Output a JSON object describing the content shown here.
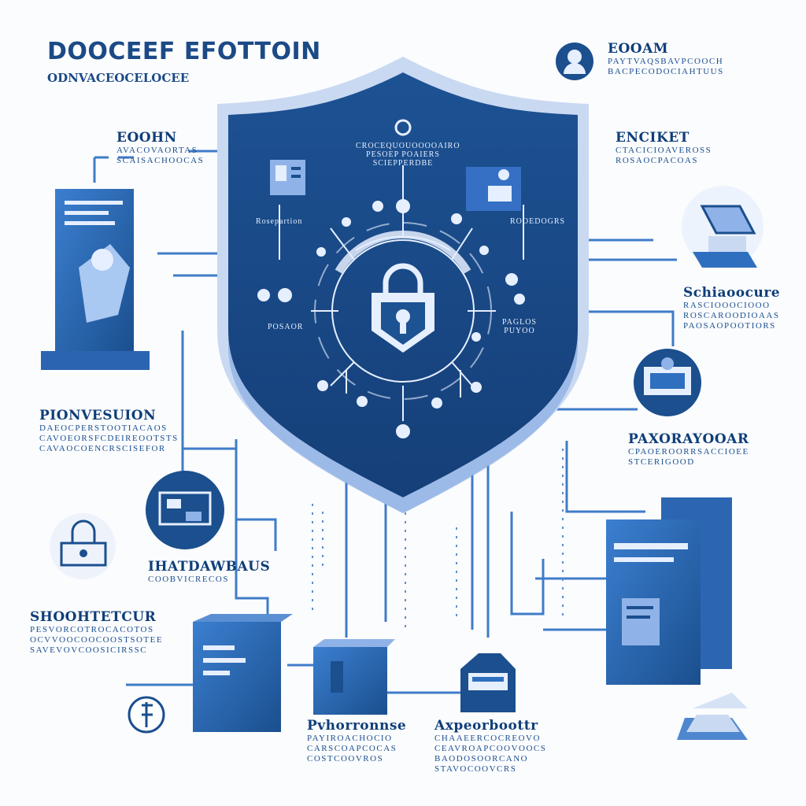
{
  "header": {
    "title": "DOOCEEF EFOTTOIN",
    "subtitle": "ODNVACEOCELOCEE"
  },
  "labels": {
    "top_right": {
      "title": "EOOAM",
      "lines": [
        "PAYTVAQSBAVPCOOCH",
        "BACPECODOCIAHTUUS"
      ]
    },
    "left_top": {
      "title": "EOOHN",
      "lines": [
        "AVACOVAORTAS",
        "SCAISACHOOCAS"
      ]
    },
    "right_top": {
      "title": "ENCIKET",
      "lines": [
        "CTACICIOAVEROSS",
        "ROSAOCPACOAS"
      ]
    },
    "right_middle": {
      "title": "Schiaoocure",
      "lines": [
        "RASCIOOOCIOOO",
        "ROSCAROODIOAAS",
        "PAOSAOPOOTIORS"
      ]
    },
    "left_middle": {
      "title": "PIONVESUION",
      "lines": [
        "DAEOCPERSTOOTIACAOS",
        "CAVOEORSFCDEIREOOTSTS",
        "CAVAOCOENCRSCISEFOR"
      ]
    },
    "right_lower": {
      "title": "PAXORAYOOAR",
      "lines": [
        "CPAOEROORRSACCIOEE",
        "STCERIGOOD"
      ]
    },
    "left_lower": {
      "title": "IHATDAWBAUS",
      "lines": [
        "COOBVICRECOS"
      ]
    },
    "left_bottom": {
      "title": "SHOOHTETCUR",
      "lines": [
        "PESVORCOTROCACOTOS",
        "OCVVOOCOOCOOSTSOTEE",
        "SAVEVOVCOOSICIRSSC"
      ]
    },
    "bottom_center_left": {
      "title": "Pvhorronnse",
      "lines": [
        "PAYIROACHOCIO",
        "CARSCOAPCOCAS",
        "COSTCOOVROS"
      ]
    },
    "bottom_center_right": {
      "title": "Axpeorboottr",
      "lines": [
        "CHAAEERCOCREOVO",
        "CEAVROAPCOOVOOCS",
        "BAODOSOORCANO",
        "STAVOCOOVCRS"
      ]
    }
  },
  "shield": {
    "top_text": [
      "CROCEQUOUOOOOAIRO",
      "PESOEP POAIERS",
      "SCIEPPERDBE"
    ],
    "left_label": "Rosepartion",
    "right_label": "ROOEDOGRS",
    "left_small": "POSAOR",
    "right_small": [
      "PAGLOS",
      "PUYOO"
    ]
  },
  "colors": {
    "navy": "#0f3e78",
    "shield_fill": "#1b4f8e",
    "shield_rim": "#c9d9f2",
    "accent": "#2f6fbf",
    "light": "#8fb3e8",
    "line": "#4f87cf"
  }
}
